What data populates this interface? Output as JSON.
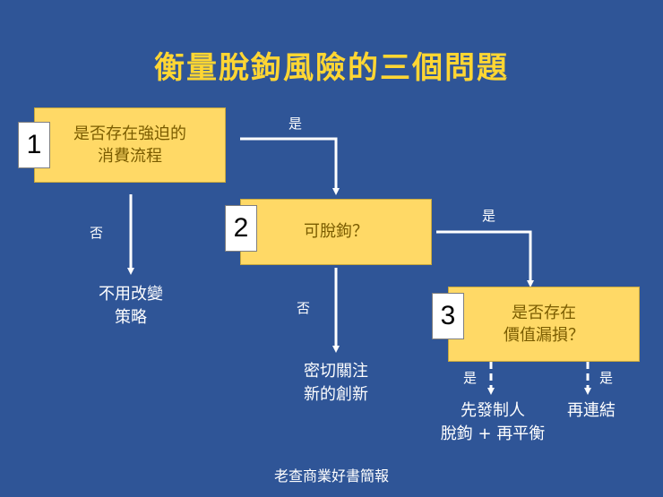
{
  "title": "衡量脫鉤風險的三個問題",
  "questions": [
    {
      "number": "1",
      "line1": "是否存在強迫的",
      "line2": "消費流程"
    },
    {
      "number": "2",
      "line1": "可脫鉤？"
    },
    {
      "number": "3",
      "line1": "是否存在",
      "line2": "價值漏損？"
    }
  ],
  "branches": {
    "q1_yes": "是",
    "q1_no": "否",
    "q2_yes": "是",
    "q2_no": "否",
    "q3_yes_left": "是",
    "q3_yes_right": "是"
  },
  "outcomes": {
    "q1_no": {
      "line1": "不用改變",
      "line2": "策略"
    },
    "q2_no": {
      "line1": "密切關注",
      "line2": "新的創新"
    },
    "q3_left": {
      "line1": "先發制人",
      "line2": "脫鉤 + 再平衡"
    },
    "q3_right": {
      "line1": "再連結"
    }
  },
  "footer": "老查商業好書簡報",
  "colors": {
    "background": "#2f5597",
    "title": "#ffd633",
    "box": "#ffd966",
    "box_text": "#7a5c00",
    "lines": "#ffffff"
  }
}
